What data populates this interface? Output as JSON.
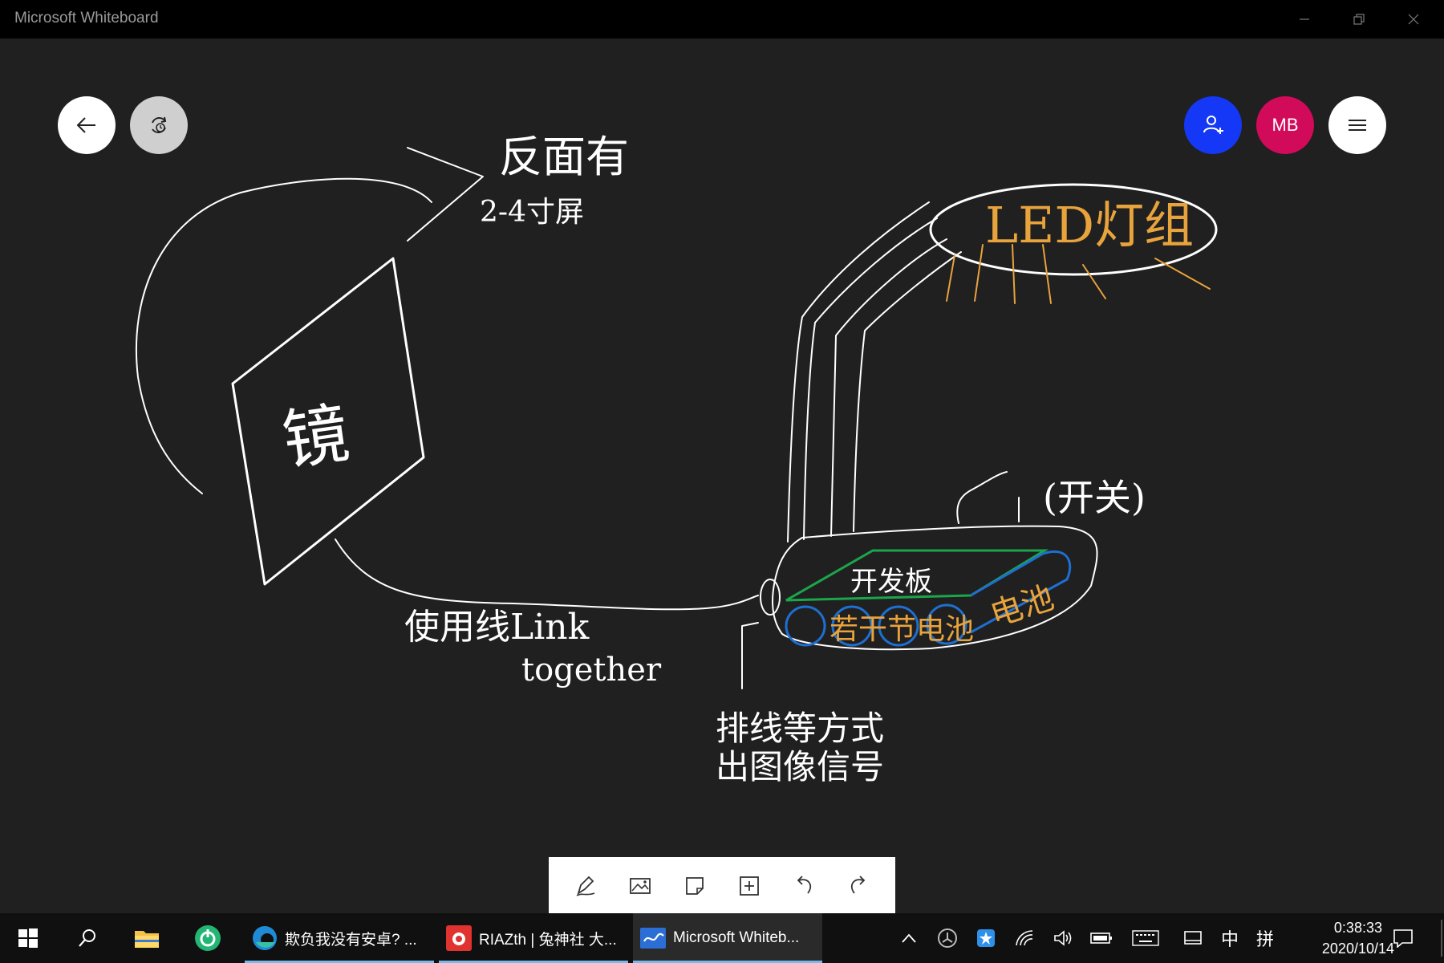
{
  "window": {
    "title": "Microsoft Whiteboard"
  },
  "board": {
    "user_initials": "MB",
    "user_color": "#d10a5a",
    "invite_color": "#1438f5",
    "notes": [
      {
        "id": "back-label",
        "text": "反面有",
        "color": "#ffffff"
      },
      {
        "id": "screen-size",
        "text": "2-4寸屏",
        "color": "#ffffff"
      },
      {
        "id": "mirror",
        "text": "镜",
        "color": "#ffffff"
      },
      {
        "id": "led",
        "text": "LED灯组",
        "color": "#e8a33d"
      },
      {
        "id": "switch",
        "text": "(开关)",
        "color": "#ffffff"
      },
      {
        "id": "dev-board",
        "text": "开发板",
        "color": "#ffffff"
      },
      {
        "id": "battery-cells",
        "text": "若干节电池",
        "color": "#e8a33d"
      },
      {
        "id": "battery",
        "text": "电池",
        "color": "#e8a33d"
      },
      {
        "id": "cable-link",
        "text": "使用线Link",
        "color": "#ffffff"
      },
      {
        "id": "together",
        "text": "together",
        "color": "#ffffff"
      },
      {
        "id": "ribbon-1",
        "text": "排线等方式",
        "color": "#ffffff"
      },
      {
        "id": "ribbon-2",
        "text": "出图像信号",
        "color": "#ffffff"
      }
    ]
  },
  "toolbar": {
    "tools": [
      "pen-icon",
      "image-icon",
      "sticky-note-icon",
      "add-icon",
      "undo-icon",
      "redo-icon"
    ]
  },
  "taskbar": {
    "apps": [
      {
        "label": "欺负我没有安卓? ...",
        "icon": "edge-icon"
      },
      {
        "label": "RIAZth | 兔神社 大...",
        "icon": "red-app-icon"
      },
      {
        "label": "Microsoft Whiteb...",
        "icon": "whiteboard-icon"
      }
    ],
    "ime_mode": "中",
    "ime_layout": "拼",
    "time": "0:38:33",
    "date": "2020/10/14"
  }
}
